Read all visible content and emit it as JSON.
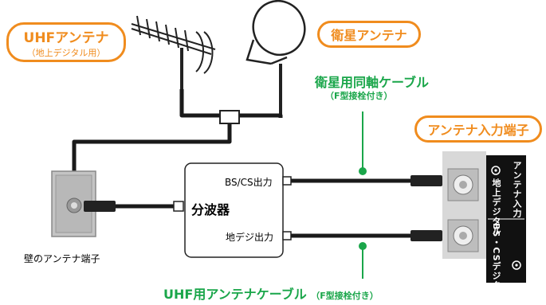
{
  "labels": {
    "uhf_antenna": "UHFアンテナ",
    "uhf_antenna_sub": "（地上デジタル用）",
    "satellite_antenna": "衛星アンテナ",
    "satellite_cable": "衛星用同軸ケーブル",
    "satellite_cable_sub": "（F型接栓付き）",
    "antenna_input": "アンテナ入力端子",
    "bs_cs_out": "BS/CS出力",
    "splitter": "分波器",
    "terrestrial_out": "地デジ出力",
    "wall_terminal": "壁のアンテナ端子",
    "uhf_cable": "UHF用アンテナケーブル",
    "uhf_cable_sub": "（F型接栓付き）",
    "panel_top": "地上デジタル",
    "panel_right_top": "アンテナ入力",
    "panel_right_bottom": "BS・CSデジタル"
  },
  "colors": {
    "accent_orange": "#f08c1e",
    "label_green": "#1aa64a",
    "cable_black": "#1a1a1a",
    "wall_plate_gray": "#b8b8b8"
  }
}
